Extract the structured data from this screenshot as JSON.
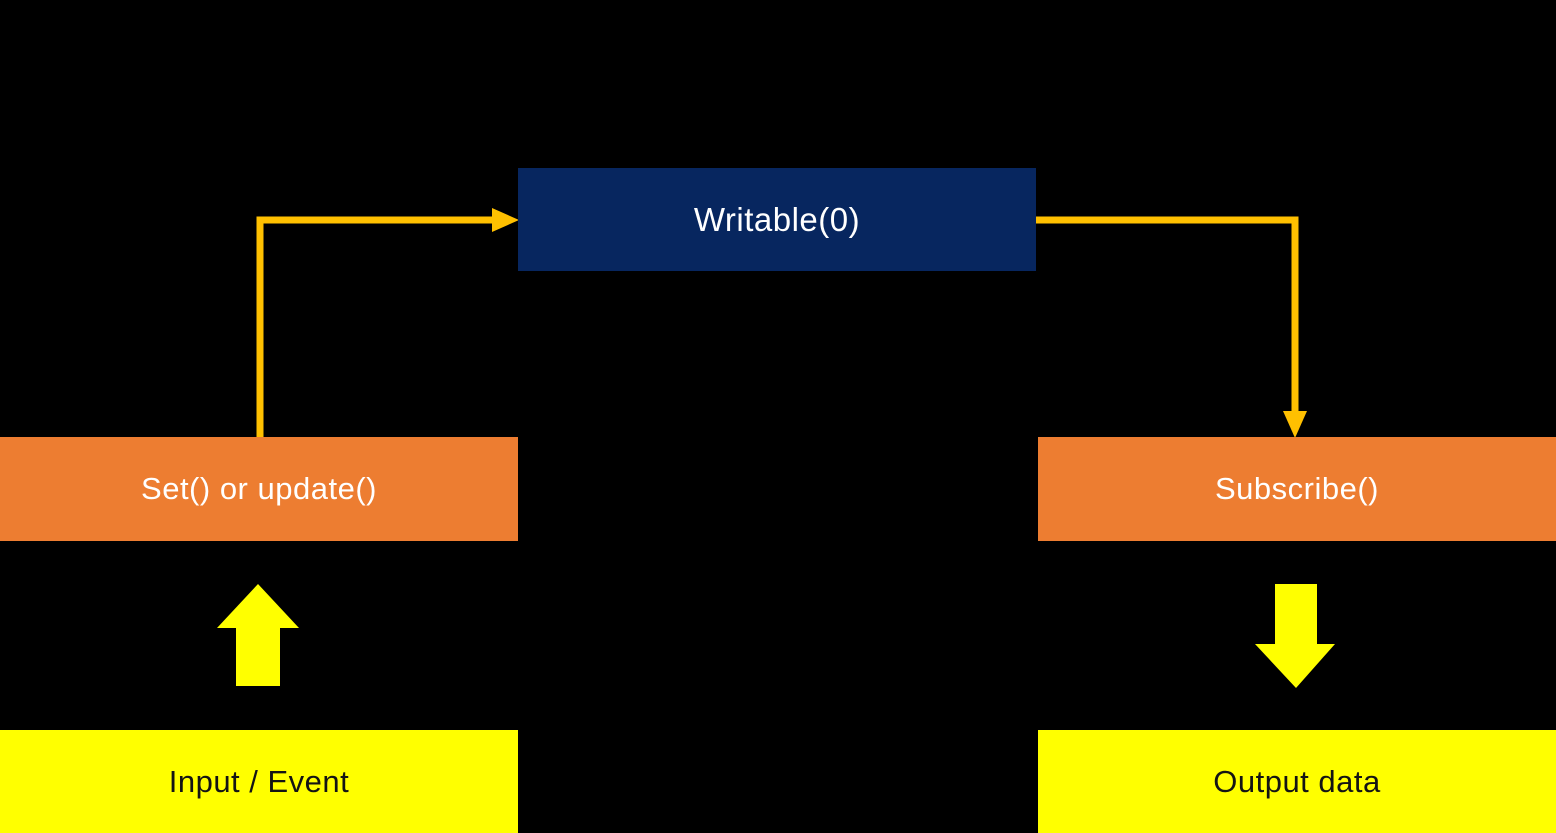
{
  "nodes": {
    "writable": {
      "label": "Writable(0)"
    },
    "set_update": {
      "label": "Set() or update()"
    },
    "subscribe": {
      "label": "Subscribe()"
    },
    "input_event": {
      "label": "Input / Event"
    },
    "output_data": {
      "label": "Output data"
    }
  },
  "colors": {
    "background": "#000000",
    "navy_box": "#07265F",
    "orange_box": "#ED7D31",
    "yellow_box": "#FFFF00",
    "connector": "#FFC000",
    "block_arrow": "#FFFF00",
    "text_light": "#FFFFFF",
    "text_dark": "#141414"
  }
}
